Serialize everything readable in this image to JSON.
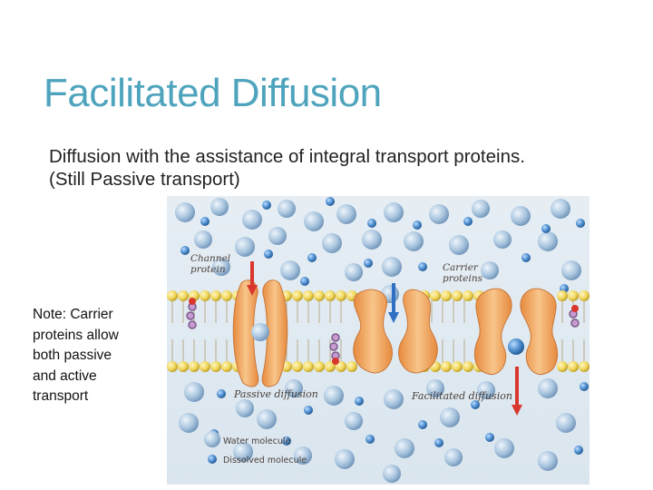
{
  "slide": {
    "title": "Facilitated Diffusion",
    "body_lines": [
      "Diffusion with the assistance of integral transport proteins.",
      "(Still Passive transport)"
    ],
    "note_lines": [
      "Note: Carrier",
      "proteins allow",
      "both passive",
      "and active",
      "transport"
    ]
  },
  "figure": {
    "labels": {
      "channel_line1": "Channel",
      "channel_line2": "protein",
      "carrier_line1": "Carrier",
      "carrier_line2": "proteins",
      "passive": "Passive diffusion",
      "facilitated": "Facilitated diffusion",
      "water_legend": "Water molecule",
      "dissolved_legend": "Dissolved molecule"
    },
    "colors": {
      "title": "#4fa4bd",
      "background": "#dfe9f0",
      "water_molecule": "#a8c4de",
      "dissolved_molecule": "#4f8fd0",
      "protein": "#f2ab6a",
      "lipid_head": "#f0d65a",
      "arrow_red": "#d9372d",
      "arrow_blue": "#2e6fc4"
    }
  }
}
